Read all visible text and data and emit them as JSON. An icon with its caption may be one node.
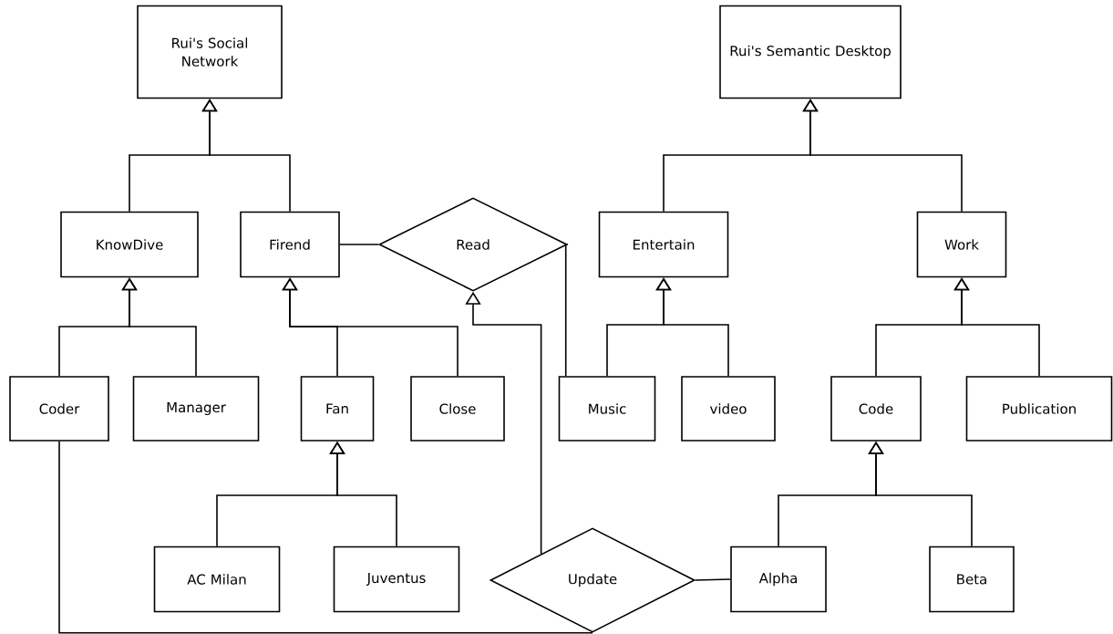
{
  "diagram": {
    "nodes": [
      {
        "text": [
          "Rui's Social Network"
        ]
      },
      {
        "text": [
          "Rui's Semantic Desktop"
        ]
      },
      {
        "text": [
          "KnowDive"
        ]
      },
      {
        "text": [
          "Firend"
        ]
      },
      {
        "text": [
          "Read"
        ]
      },
      {
        "text": [
          "Entertain"
        ]
      },
      {
        "text": [
          "Work"
        ]
      },
      {
        "text": [
          "Coder"
        ]
      },
      {
        "text": [
          "Manager"
        ]
      },
      {
        "text": [
          "Fan"
        ]
      },
      {
        "text": [
          "Close"
        ]
      },
      {
        "text": [
          "Music"
        ]
      },
      {
        "text": [
          "video"
        ]
      },
      {
        "text": [
          "Code"
        ]
      },
      {
        "text": [
          "Publication"
        ]
      },
      {
        "text": [
          "AC Milan"
        ]
      },
      {
        "text": [
          "Juventus"
        ]
      },
      {
        "text": [
          "Update"
        ]
      },
      {
        "text": [
          "Alpha"
        ]
      },
      {
        "text": [
          "Beta"
        ]
      }
    ],
    "edges": [
      {
        "from": 2,
        "to": 0,
        "arrow": "to"
      },
      {
        "from": 3,
        "to": 0,
        "arrow": "to"
      },
      {
        "from": 7,
        "to": 2,
        "arrow": "to"
      },
      {
        "from": 8,
        "to": 2,
        "arrow": "to"
      },
      {
        "from": 9,
        "to": 3,
        "arrow": "to"
      },
      {
        "from": 10,
        "to": 3,
        "arrow": "to"
      },
      {
        "from": 15,
        "to": 9,
        "arrow": "to"
      },
      {
        "from": 16,
        "to": 9,
        "arrow": "to"
      },
      {
        "from": 5,
        "to": 1,
        "arrow": "to"
      },
      {
        "from": 6,
        "to": 1,
        "arrow": "to"
      },
      {
        "from": 11,
        "to": 5,
        "arrow": "to"
      },
      {
        "from": 12,
        "to": 5,
        "arrow": "to"
      },
      {
        "from": 13,
        "to": 6,
        "arrow": "to"
      },
      {
        "from": 14,
        "to": 6,
        "arrow": "to"
      },
      {
        "from": 18,
        "to": 13,
        "arrow": "to"
      },
      {
        "from": 19,
        "to": 13,
        "arrow": "to"
      },
      {
        "from": 3,
        "to": 4,
        "arrow": "none"
      },
      {
        "from": 4,
        "to": 11,
        "arrow": "none"
      },
      {
        "from": 17,
        "to": 4,
        "arrow": "to"
      },
      {
        "from": 17,
        "to": 18,
        "arrow": "none"
      },
      {
        "from": 7,
        "to": 17,
        "arrow": "none"
      }
    ]
  }
}
